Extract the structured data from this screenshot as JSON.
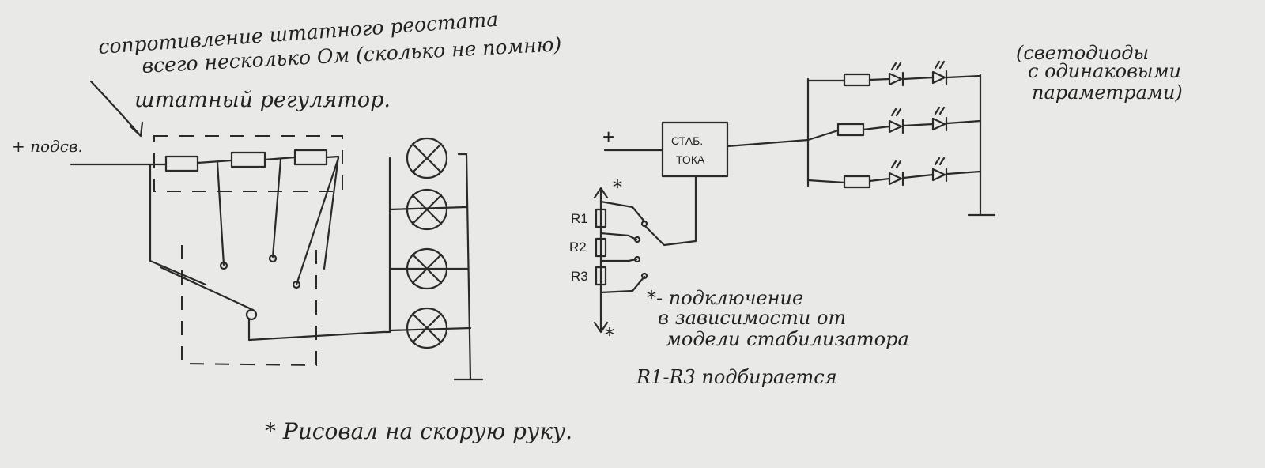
{
  "annotations": {
    "note_line1": "сопротивление штатного реостата",
    "note_line2": "всего несколько Ом (сколько не помню)",
    "regulator": "штатный регулятор.",
    "plus_supply": "+ подсв.",
    "plus_stab": "+",
    "led_note_1": "(светодиоды",
    "led_note_2": "с одинаковыми",
    "led_note_3": "параметрами)",
    "stab_line1": "СТАБ.",
    "stab_line2": "ТОКА",
    "r1": "R1",
    "r2": "R2",
    "r3": "R3",
    "star_top": "*",
    "star_bottom": "*",
    "footnote_1": "*- подключение",
    "footnote_2": "в зависимости от",
    "footnote_3": "модели стабилизатора",
    "footnote_4": "R1-R3 подбирается",
    "signature": "* Рисовал на скорую руку."
  }
}
